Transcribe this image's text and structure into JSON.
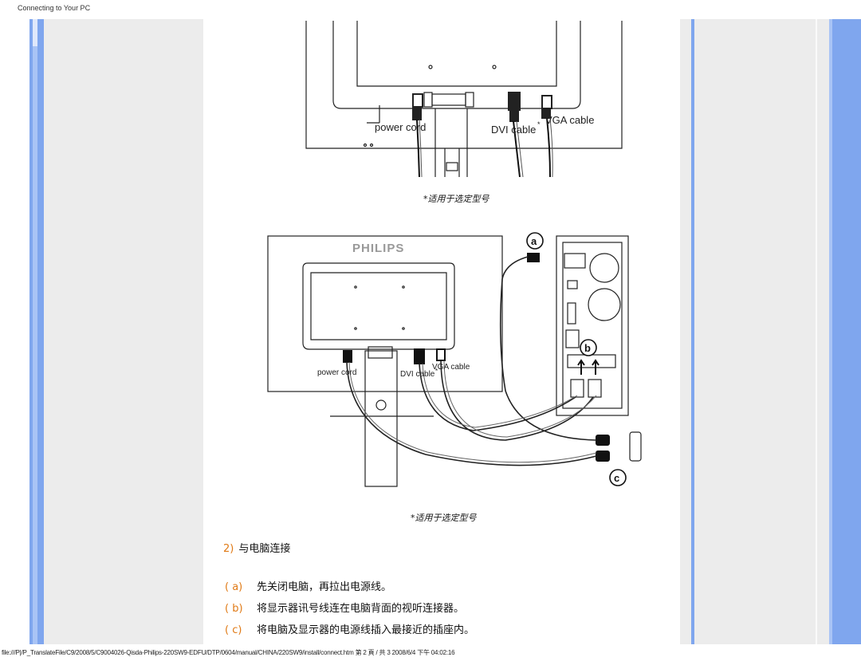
{
  "header": {
    "title": "Connecting to Your PC"
  },
  "footer": {
    "path": "file:///P|/P_TranslateFile/C9/2008/5/C9004026-Qisda-Philips-220SW9-EDFU/DTP/0604/manual/CHINA/220SW9/install/connect.htm 第 2 頁 / 共 3 2008/6/4 下午 04:02:16"
  },
  "figure1": {
    "labels": {
      "power_cord": "power cord",
      "dvi_cable": "DVI cable",
      "dvi_star": "*",
      "vga_cable": "VGA cable"
    },
    "caption": "*适用于选定型号"
  },
  "figure2": {
    "brand": "PHILIPS",
    "labels": {
      "power_cord": "power cord",
      "dvi_cable": "DVI cable",
      "dvi_star": "*",
      "vga_cable": "VGA cable"
    },
    "callouts": {
      "a": "a",
      "b": "b",
      "c": "c"
    },
    "caption": "*适用于选定型号"
  },
  "section": {
    "number": "2)",
    "title": "与电脑连接"
  },
  "steps": [
    {
      "key": "( a)",
      "text": "先关闭电脑，再拉出电源线。"
    },
    {
      "key": "( b)",
      "text": "将显示器讯号线连在电脑背面的视听连接器。"
    },
    {
      "key": "( c)",
      "text": "将电脑及显示器的电源线插入最接近的插座内。"
    }
  ],
  "colors": {
    "accent_orange": "#e07a16",
    "frame_blue": "#7fa6ee",
    "frame_gray": "#ececec"
  }
}
